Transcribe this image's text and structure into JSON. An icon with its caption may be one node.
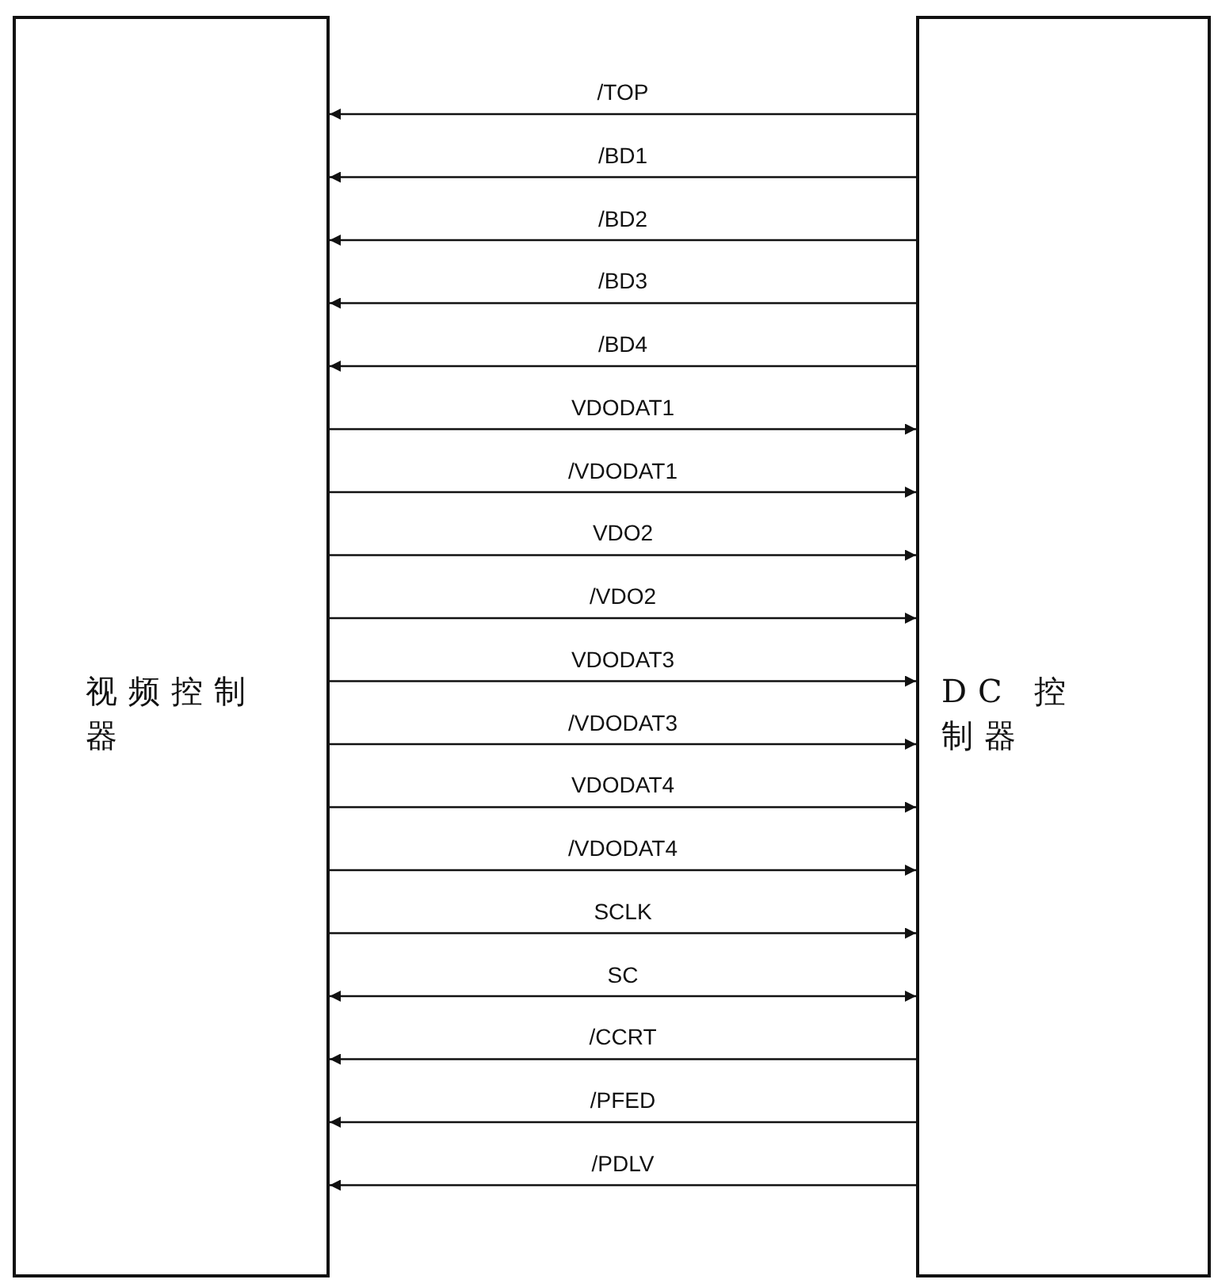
{
  "diagram": {
    "nodes": [
      {
        "text": [
          "视频控制器"
        ]
      },
      {
        "text": [
          "DC 控制器"
        ]
      }
    ],
    "edges": [
      {
        "from": 1,
        "to": 0,
        "arrow": "to",
        "label": "/TOP"
      },
      {
        "from": 1,
        "to": 0,
        "arrow": "to",
        "label": "/BD1"
      },
      {
        "from": 1,
        "to": 0,
        "arrow": "to",
        "label": "/BD2"
      },
      {
        "from": 1,
        "to": 0,
        "arrow": "to",
        "label": "/BD3"
      },
      {
        "from": 1,
        "to": 0,
        "arrow": "to",
        "label": "/BD4"
      },
      {
        "from": 0,
        "to": 1,
        "arrow": "to",
        "label": "VDODAT1"
      },
      {
        "from": 0,
        "to": 1,
        "arrow": "to",
        "label": "/VDODAT1"
      },
      {
        "from": 0,
        "to": 1,
        "arrow": "to",
        "label": "VDO2"
      },
      {
        "from": 0,
        "to": 1,
        "arrow": "to",
        "label": "/VDO2"
      },
      {
        "from": 0,
        "to": 1,
        "arrow": "to",
        "label": "VDODAT3"
      },
      {
        "from": 0,
        "to": 1,
        "arrow": "to",
        "label": "/VDODAT3"
      },
      {
        "from": 0,
        "to": 1,
        "arrow": "to",
        "label": "VDODAT4"
      },
      {
        "from": 0,
        "to": 1,
        "arrow": "to",
        "label": "/VDODAT4"
      },
      {
        "from": 0,
        "to": 1,
        "arrow": "to",
        "label": "SCLK"
      },
      {
        "from": 0,
        "to": 1,
        "arrow": "both",
        "label": "SC"
      },
      {
        "from": 1,
        "to": 0,
        "arrow": "to",
        "label": "/CCRT"
      },
      {
        "from": 1,
        "to": 0,
        "arrow": "to",
        "label": "/PFED"
      },
      {
        "from": 1,
        "to": 0,
        "arrow": "to",
        "label": "/PDLV"
      }
    ]
  }
}
